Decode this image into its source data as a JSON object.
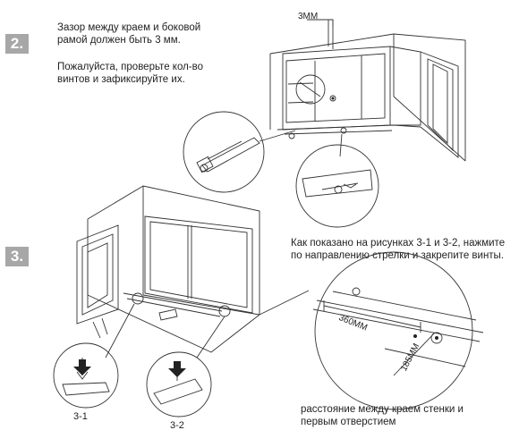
{
  "step2": {
    "number": "2.",
    "text1": "Зазор между краем и боковой\nрамой должен быть 3 мм.",
    "text2": "Пожалуйста, проверьте кол-во\nвинтов и зафиксируйте их.",
    "gap_label": "3MM"
  },
  "step3": {
    "number": "3.",
    "text1": "Как показано на рисунках 3-1 и 3-2, нажмите\nпо направлению стрелки и закрепите винты.",
    "fig1_label": "3-1",
    "fig2_label": "3-2",
    "dim1": "360MM",
    "dim2": "185MM",
    "text2": "расстояние между краем стенки и\nпервым отверстием"
  }
}
